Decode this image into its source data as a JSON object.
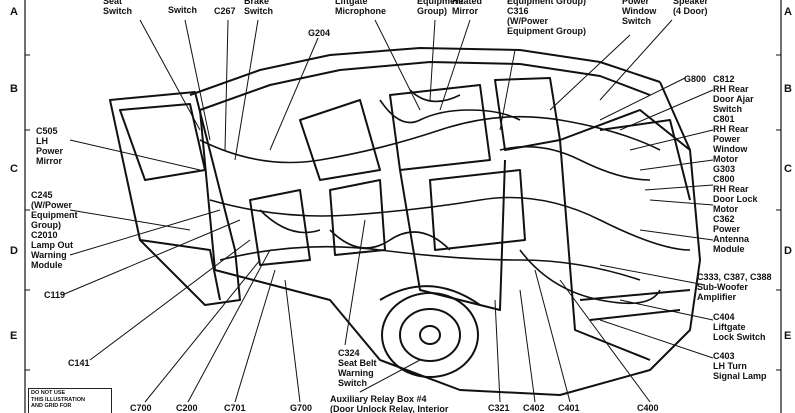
{
  "grid_rows": {
    "left": [
      "A",
      "B",
      "C",
      "D",
      "E"
    ],
    "right": [
      "A",
      "B",
      "C",
      "D",
      "E"
    ]
  },
  "labels": {
    "seat_switch": "Seat\nSwitch",
    "mirror_switch_top": "Switch",
    "c267": "C267",
    "brake_switch": "Brake\nSwitch",
    "g204": "G204",
    "liftgate_microphone": "Liftgate\nMicrophone",
    "equipment_group_top": "Equipment\nGroup)",
    "heated_mirror": "Heated\nMirror",
    "c316": "Equipment Group)\nC316\n(W/Power\nEquipment Group)",
    "power_window_switch": "Power\nWindow\nSwitch",
    "speaker_4door": "Speaker\n(4 Door)",
    "g800": "G800",
    "c812": "C812\nRH Rear\nDoor Ajar\nSwitch\nC801\nRH Rear\nPower\nWindow\nMotor\nG303\nC800\nRH Rear\nDoor Lock\nMotor\nC362\nPower\nAntenna\nModule",
    "c333": "C333, C387, C388\nSub-Woofer\nAmplifier",
    "c404": "C404\nLiftgate\nLock Switch",
    "c403": "C403\nLH Turn\nSignal Lamp",
    "c505": "C505\nLH\nPower\nMirror",
    "c245": "C245\n(W/Power\nEquipment\nGroup)\nC2010\nLamp Out\nWarning\nModule",
    "c119": "C119",
    "c141": "C141",
    "c324": "C324\nSeat Belt\nWarning\nSwitch",
    "c700": "C700",
    "c200": "C200",
    "c701": "C701",
    "g700": "G700",
    "aux_relay": "Auxiliary Relay Box #4\n(Door Unlock Relay, Interior",
    "c321": "C321",
    "c402": "C402",
    "c401": "C401",
    "c400": "C400"
  },
  "note": "DO NOT USE\nTHIS ILLUSTRATION\nAND GRID FOR"
}
